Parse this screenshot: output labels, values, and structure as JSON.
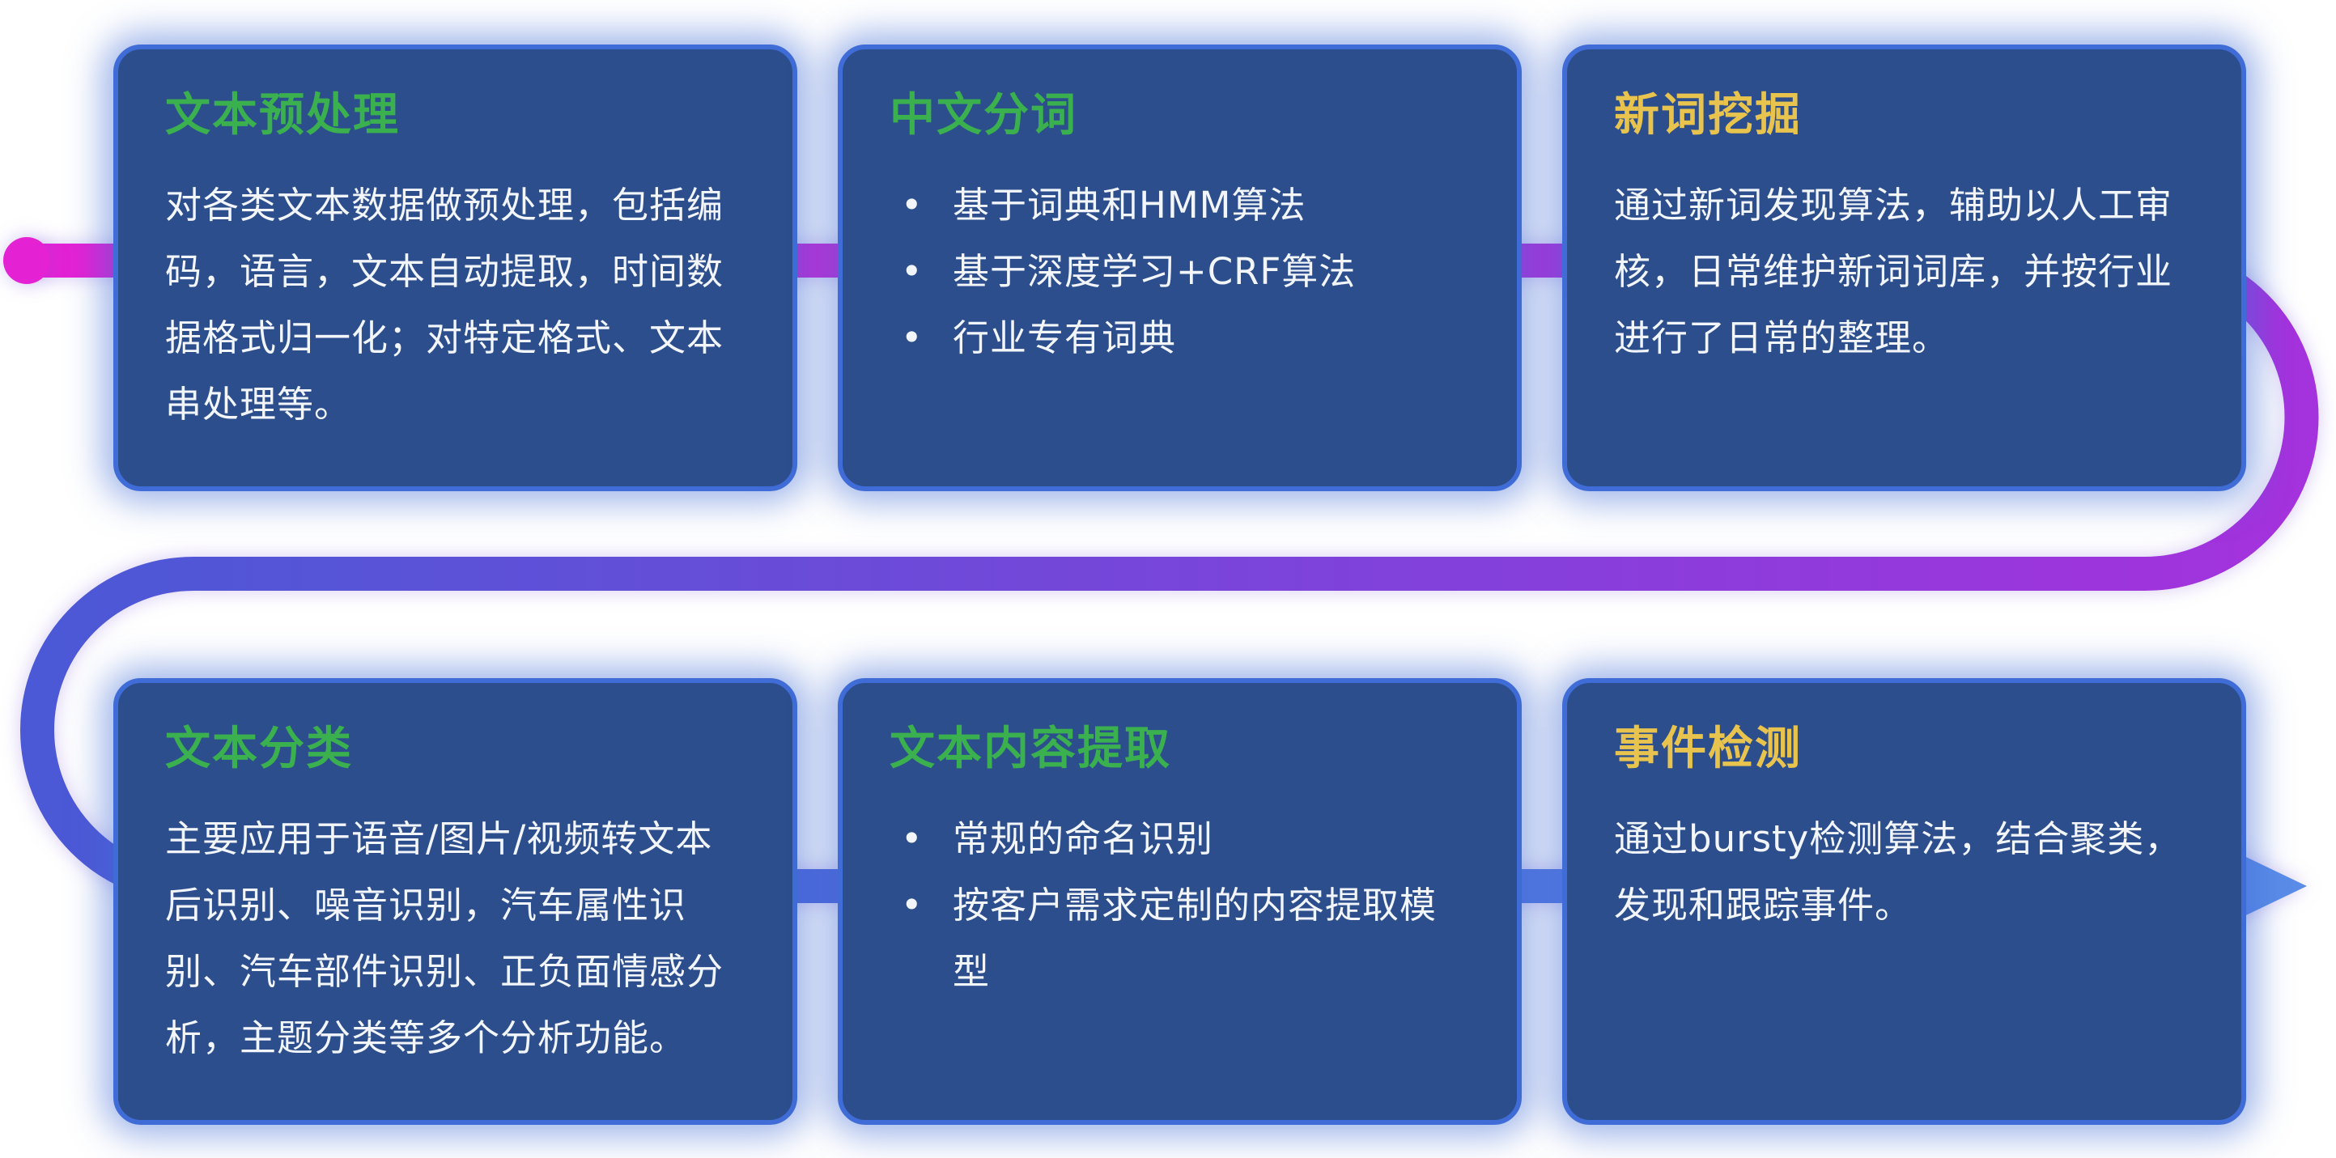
{
  "theme": {
    "card_bg": "#2d4e8c",
    "card_border": "#3f6cd6",
    "body_text": "#f2f5fa",
    "green_title": "#3ab04e",
    "yellow_title": "#e8c44f"
  },
  "flow": {
    "start_color": "#e521d4",
    "mid_color": "#a432dd",
    "end_color": "#4b59d6",
    "arrow_color": "#5a8ce8"
  },
  "cards": [
    {
      "title": "文本预处理",
      "title_color": "#3ab04e",
      "body": "对各类文本数据做预处理，包括编码，语言，文本自动提取，时间数据格式归一化；对特定格式、文本串处理等。"
    },
    {
      "title": "中文分词",
      "title_color": "#3ab04e",
      "bullets": [
        "基于词典和HMM算法",
        "基于深度学习+CRF算法",
        "行业专有词典"
      ]
    },
    {
      "title": "新词挖掘",
      "title_color": "#e8c44f",
      "body": "通过新词发现算法，辅助以人工审核，日常维护新词词库，并按行业进行了日常的整理。"
    },
    {
      "title": "文本分类",
      "title_color": "#3ab04e",
      "body": "主要应用于语音/图片/视频转文本后识别、噪音识别，汽车属性识别、汽车部件识别、正负面情感分析，主题分类等多个分析功能。"
    },
    {
      "title": "文本内容提取",
      "title_color": "#3ab04e",
      "bullets": [
        "常规的命名识别",
        "按客户需求定制的内容提取模型"
      ]
    },
    {
      "title": "事件检测",
      "title_color": "#e8c44f",
      "body": "通过bursty检测算法，结合聚类，发现和跟踪事件。"
    }
  ]
}
